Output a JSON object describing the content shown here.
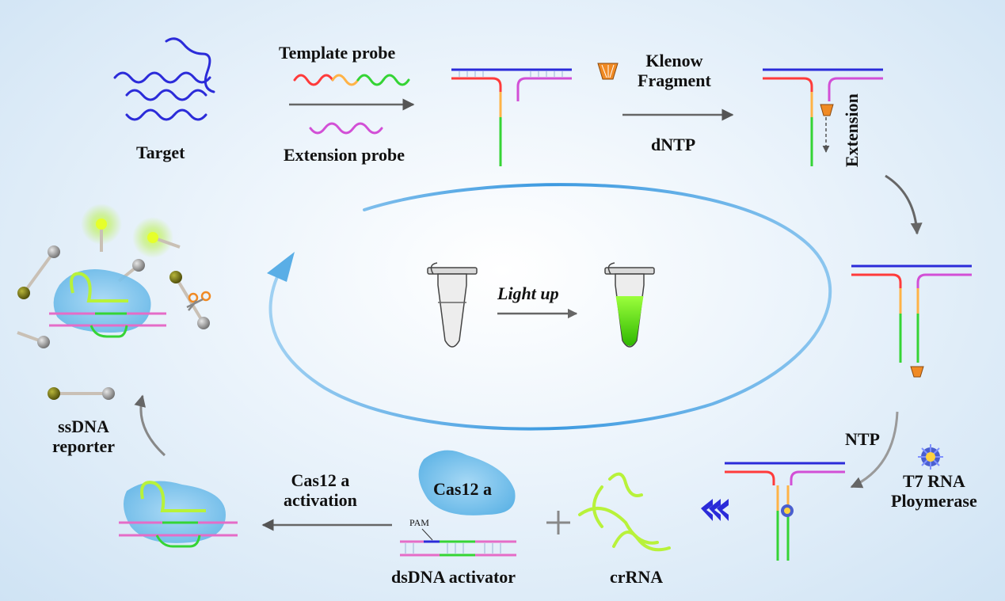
{
  "labels": {
    "target": "Target",
    "template_probe": "Template probe",
    "extension_probe": "Extension probe",
    "klenow_line1": "Klenow",
    "klenow_line2": "Fragment",
    "dntp": "dNTP",
    "extension": "Extension",
    "light_up": "Light up",
    "ntp": "NTP",
    "t7_line1": "T7 RNA",
    "t7_line2": "Ploymerase",
    "crrna": "crRNA",
    "cas12a": "Cas12 a",
    "pam": "PAM",
    "dsdna_activator": "dsDNA activator",
    "cas12a_activation_line1": "Cas12 a",
    "cas12a_activation_line2": "activation",
    "ssdna_line1": "ssDNA",
    "ssdna_line2": "reporter"
  },
  "colors": {
    "target_strand": "#2b2bd9",
    "template_red": "#ff3b3b",
    "template_orange": "#ffb347",
    "template_green": "#35d435",
    "extension_magenta": "#d24fd6",
    "crrna_green": "#b8f23a",
    "cas_blue": "#7dc3ec",
    "fluor_green": "#3fe000",
    "quencher_olive": "#6b6a10",
    "quencher_gray": "#9a9a9a",
    "arrow_gray": "#555555",
    "ring_blue": "#5aaee6"
  }
}
